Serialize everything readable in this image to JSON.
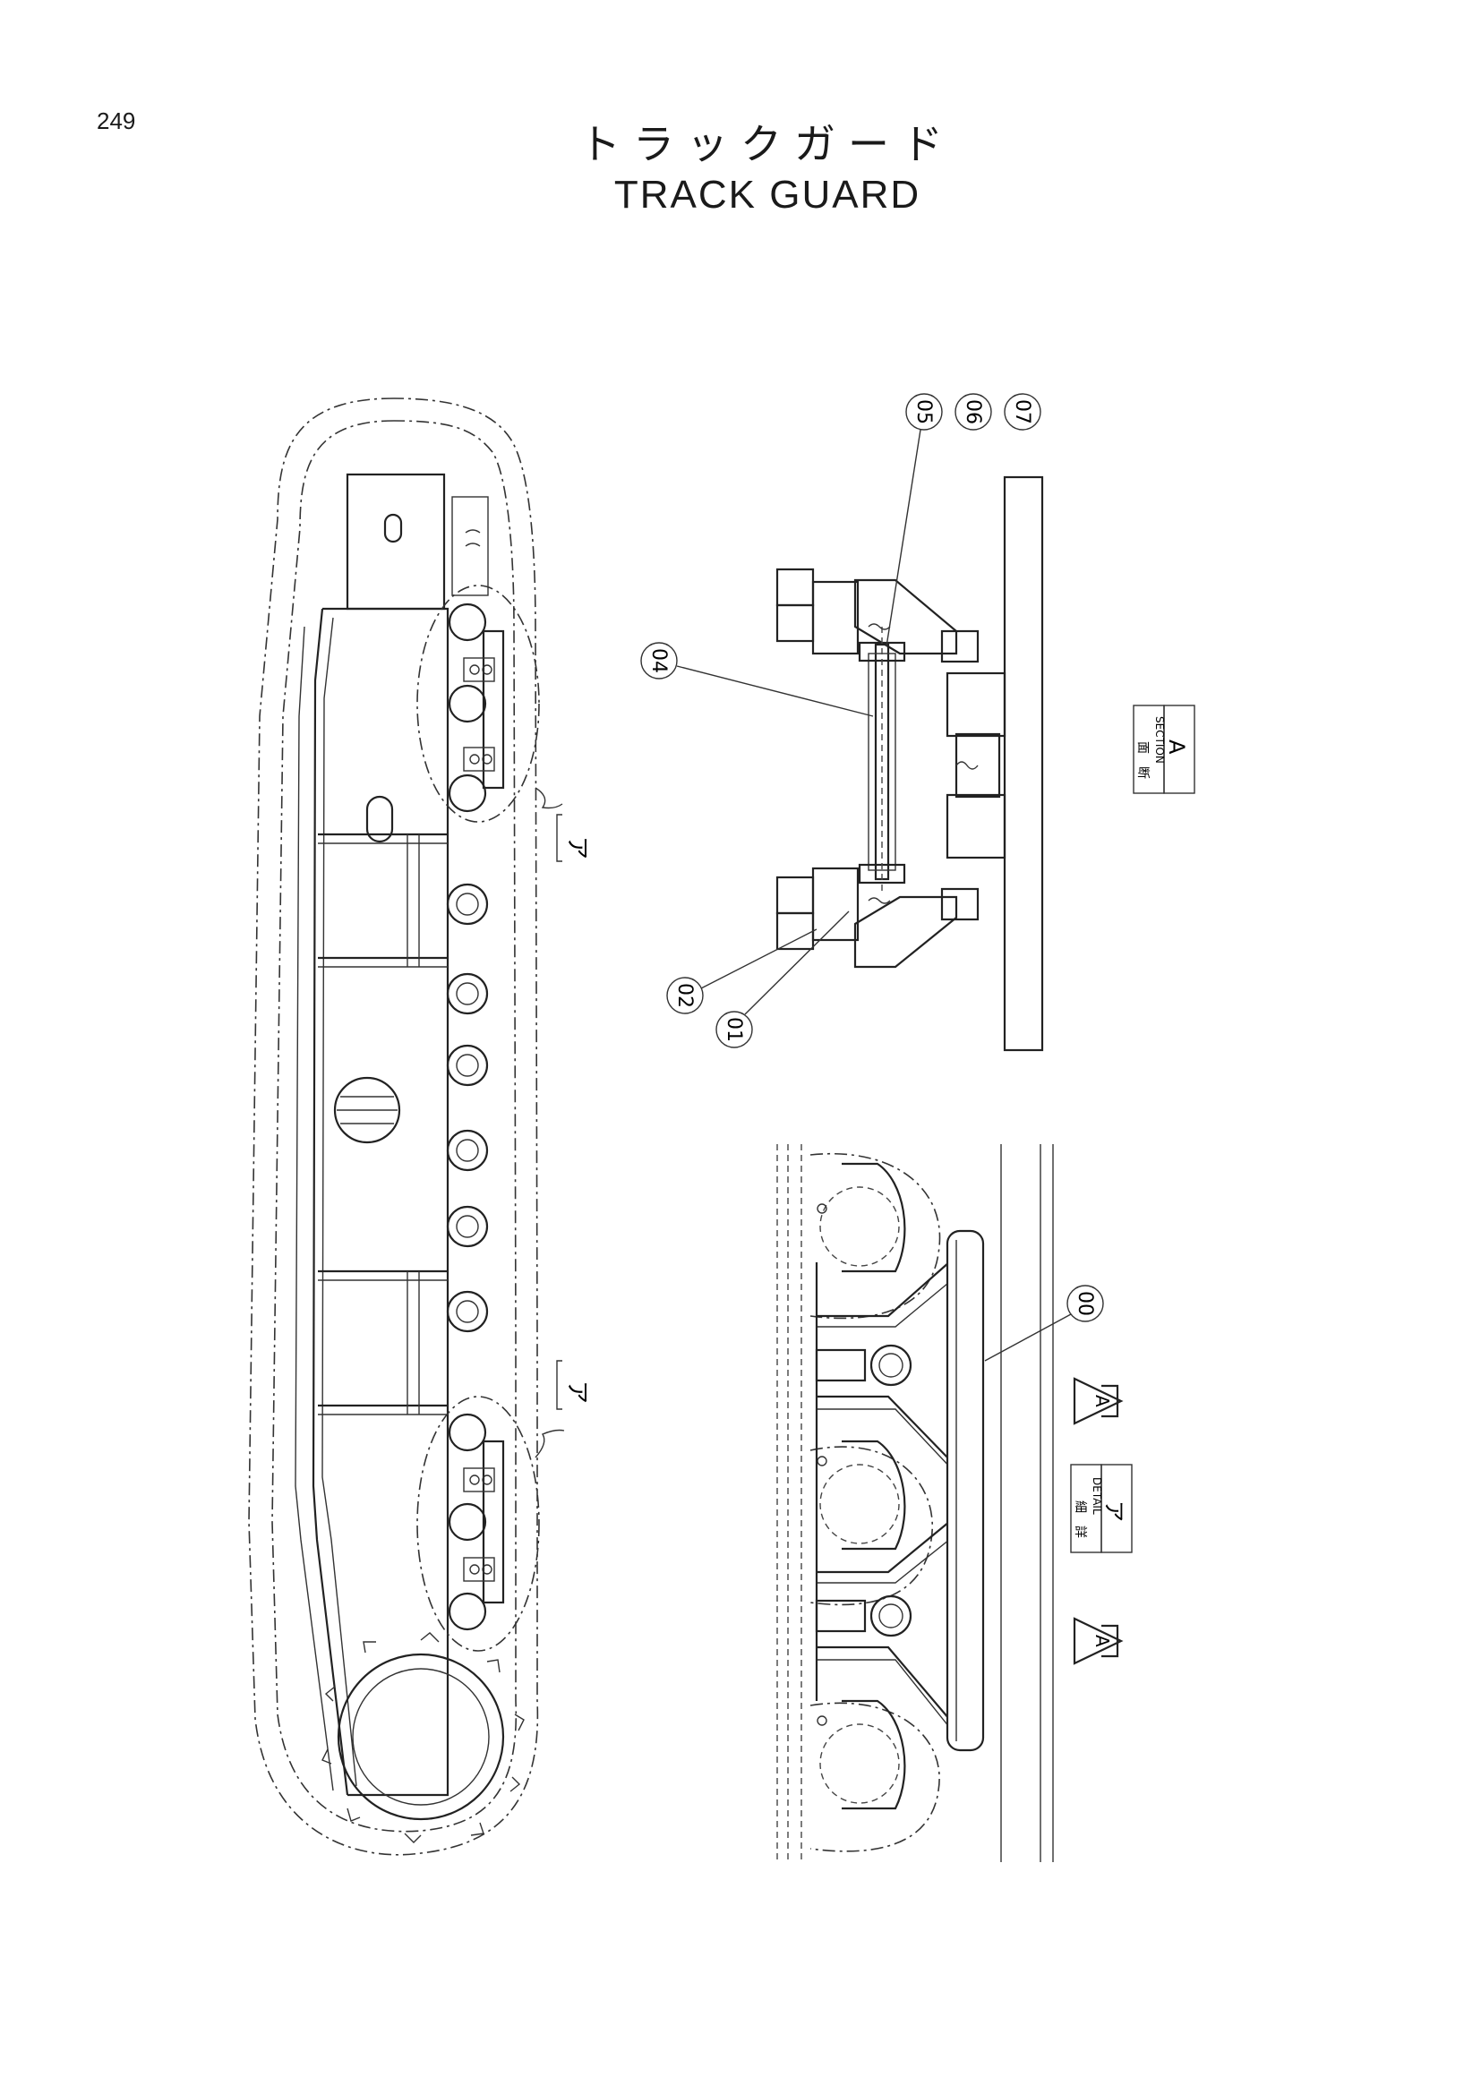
{
  "page_number": "249",
  "title": {
    "japanese": "トラックガード",
    "english": "TRACK GUARD"
  },
  "callouts": {
    "c00": "00",
    "c01": "01",
    "c02": "02",
    "c04": "04",
    "c05": "05",
    "c06": "06",
    "c07": "07"
  },
  "detail_refs": {
    "upper": "ア",
    "lower": "ア"
  },
  "section_label": {
    "kanji_1": "断",
    "kanji_2": "面",
    "text": "SECTION",
    "letter": "A"
  },
  "detail_label": {
    "kanji_1": "詳",
    "kanji_2": "細",
    "text": "DETAIL",
    "letter": "ア"
  },
  "section_arrows": {
    "upper": "A",
    "lower": "A"
  }
}
